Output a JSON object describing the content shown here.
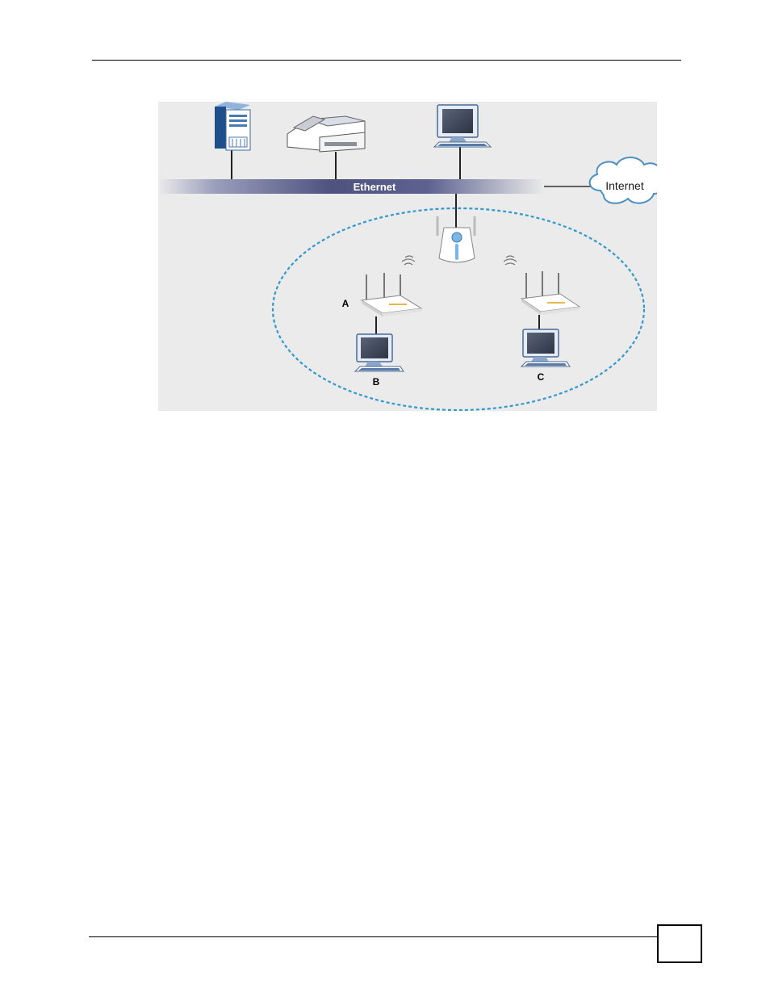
{
  "diagram": {
    "network_label": "Ethernet",
    "cloud_label": "Internet",
    "node_labels": {
      "a": "A",
      "b": "B",
      "c": "C"
    },
    "colors": {
      "background": "#ebebeb",
      "ethernet_bar": "#5a5f8c",
      "wireless_range": "#3399cc",
      "cloud_outline": "#4a90c4"
    },
    "icons": [
      "server-icon",
      "printer-icon",
      "desktop-computer-icon",
      "access-point-icon",
      "wireless-router-icon",
      "cloud-icon",
      "wireless-signal-icon"
    ]
  },
  "page_number": ""
}
